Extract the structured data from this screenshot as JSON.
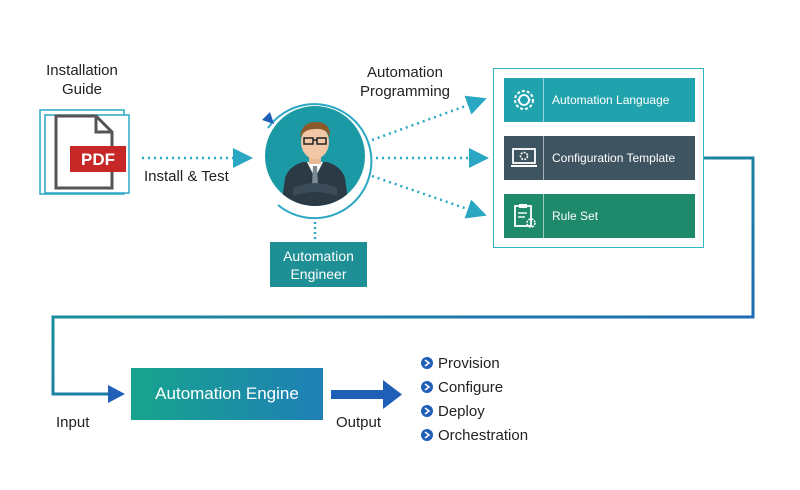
{
  "pdf": {
    "title_line1": "Installation",
    "title_line2": "Guide",
    "badge": "PDF",
    "icon": "pdf-document-icon"
  },
  "install_label": "Install & Test",
  "programming_label_line1": "Automation",
  "programming_label_line2": "Programming",
  "engineer": {
    "label_line1": "Automation",
    "label_line2": "Engineer",
    "icon": "engineer-avatar-icon"
  },
  "tiles": [
    {
      "label": "Automation Language",
      "icon": "gear-code-icon",
      "color": "#21a3ad"
    },
    {
      "label": "Configuration Template",
      "icon": "monitor-gear-icon",
      "color": "#3f5461"
    },
    {
      "label": "Rule Set",
      "icon": "clipboard-gear-icon",
      "color": "#1e8a6b"
    }
  ],
  "engine_label": "Automation Engine",
  "input_label": "Input",
  "output_label": "Output",
  "outputs": [
    "Provision",
    "Configure",
    "Deploy",
    "Orchestration"
  ],
  "colors": {
    "teal": "#2db5c2",
    "blue": "#1f5fb8",
    "dark": "#1e3a52",
    "green": "#17a48d"
  }
}
